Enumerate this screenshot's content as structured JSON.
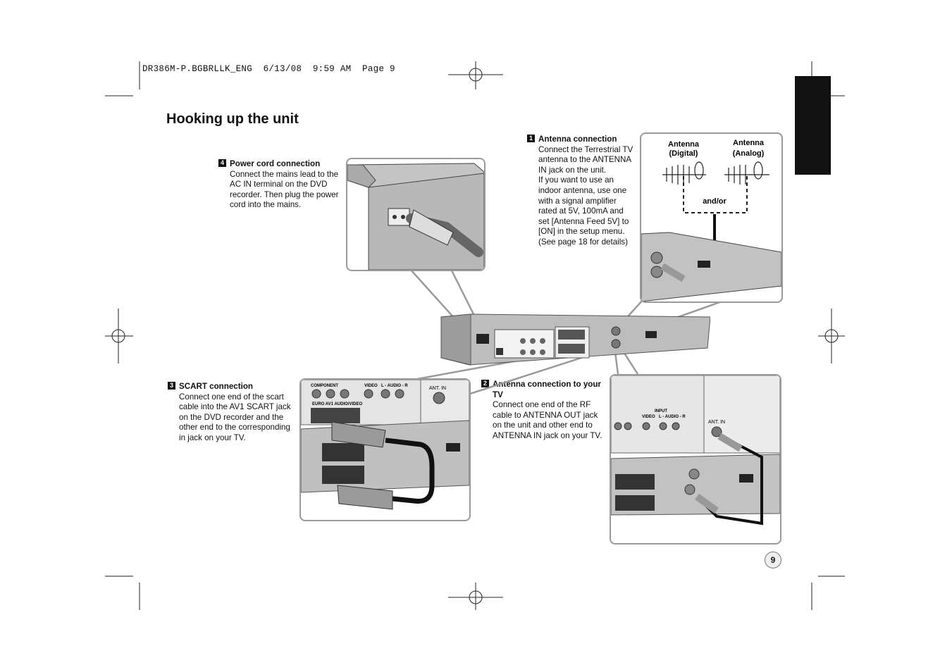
{
  "header": {
    "line": "DR386M-P.BGBRLLK_ENG  6/13/08  9:59 AM  Page 9"
  },
  "title": "Hooking up the unit",
  "steps": {
    "power": {
      "num": "4",
      "heading": "Power cord connection",
      "body": "Connect the mains lead to the AC IN terminal on the DVD recorder. Then plug the power cord into the mains."
    },
    "antenna": {
      "num": "1",
      "heading": "Antenna connection",
      "body": "Connect the Terrestrial TV antenna to the ANTENNA IN jack on the unit.",
      "body2": "If you want to use an indoor antenna, use one with a signal amplifier rated at 5V, 100mA and set [Antenna Feed 5V] to [ON] in the setup menu. (See page 18 for details)"
    },
    "scart": {
      "num": "3",
      "heading": "SCART connection",
      "body": "Connect one end of the scart cable into the AV1 SCART jack on the DVD recorder and the other end to the corresponding in jack on your TV."
    },
    "antenna_tv": {
      "num": "2",
      "heading": "Antenna connection to your TV",
      "body": "Connect one end of the RF cable to ANTENNA OUT jack on the unit and other end to ANTENNA IN jack on your TV."
    }
  },
  "diagram": {
    "antenna_digital": [
      "Antenna",
      "(Digital)"
    ],
    "antenna_analog": [
      "Antenna",
      "(Analog)"
    ],
    "and_or": "and/or",
    "scart_panel": {
      "component": "COMPONENT",
      "video": "VIDEO",
      "audio": "L - AUDIO - R",
      "euro": "EURO AV1 AUDIO/VIDEO",
      "ant_in": "ANT. IN"
    },
    "tv_panel": {
      "input": "INPUT",
      "video": "VIDEO",
      "audio": "L - AUDIO - R",
      "ant_in": "ANT. IN"
    }
  },
  "page_number": "9",
  "colors": {
    "border": "#9a9a9a",
    "device": "#b9b9b9",
    "tab": "#111111"
  }
}
